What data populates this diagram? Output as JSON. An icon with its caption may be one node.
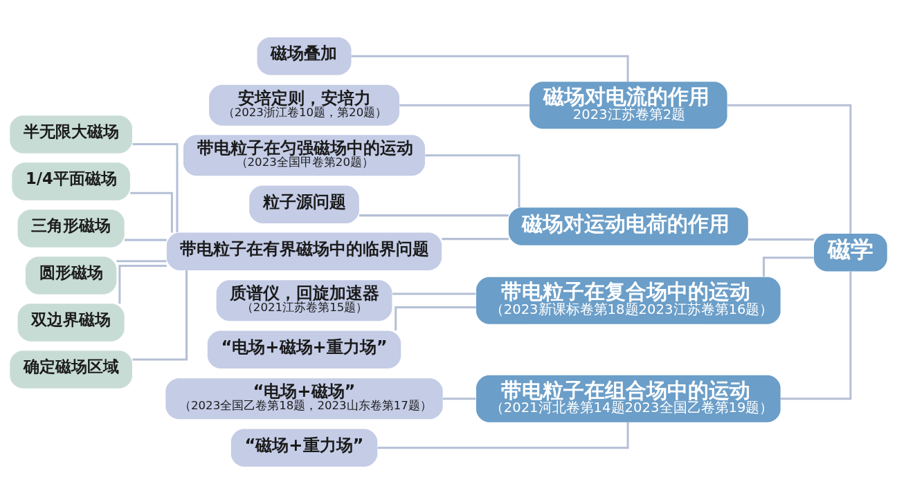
{
  "diagram": {
    "nodes": [
      {
        "text": [
          "磁学"
        ]
      },
      {
        "text": [
          "磁场对电流的作用",
          "2023江苏卷第2题"
        ]
      },
      {
        "text": [
          "磁场叠加"
        ]
      },
      {
        "text": [
          "安培定则，安培力",
          "（2023浙江卷10题，第20题）"
        ]
      },
      {
        "text": [
          "磁场对运动电荷的作用"
        ]
      },
      {
        "text": [
          "带电粒子在匀强磁场中的运动",
          "（2023全国甲卷第20题）"
        ]
      },
      {
        "text": [
          "粒子源问题"
        ]
      },
      {
        "text": [
          "带电粒子在有界磁场中的临界问题"
        ]
      },
      {
        "text": [
          "半无限大磁场"
        ]
      },
      {
        "text": [
          "1/4平面磁场"
        ]
      },
      {
        "text": [
          "三角形磁场"
        ]
      },
      {
        "text": [
          "圆形磁场"
        ]
      },
      {
        "text": [
          "双边界磁场"
        ]
      },
      {
        "text": [
          "确定磁场区域"
        ]
      },
      {
        "text": [
          "带电粒子在复合场中的运动",
          "（2023新课标卷第18题2023江苏卷第16题）"
        ]
      },
      {
        "text": [
          "质谱仪，回旋加速器",
          "（2021江苏卷第15题）"
        ]
      },
      {
        "text": [
          "“电场+磁场+重力场”"
        ]
      },
      {
        "text": [
          "带电粒子在组合场中的运动",
          "（2021河北卷第14题2023全国乙卷第19题）"
        ]
      },
      {
        "text": [
          "“电场+磁场”",
          "（2023全国乙卷第18题，2023山东卷第17题）"
        ]
      },
      {
        "text": [
          "“磁场+重力场”"
        ]
      }
    ],
    "edges": [
      {
        "from": 0,
        "to": 1,
        "arrow": "none"
      },
      {
        "from": 0,
        "to": 4,
        "arrow": "none"
      },
      {
        "from": 0,
        "to": 14,
        "arrow": "none"
      },
      {
        "from": 0,
        "to": 17,
        "arrow": "none"
      },
      {
        "from": 1,
        "to": 2,
        "arrow": "none"
      },
      {
        "from": 1,
        "to": 3,
        "arrow": "none"
      },
      {
        "from": 4,
        "to": 5,
        "arrow": "none"
      },
      {
        "from": 4,
        "to": 6,
        "arrow": "none"
      },
      {
        "from": 4,
        "to": 7,
        "arrow": "none"
      },
      {
        "from": 7,
        "to": 8,
        "arrow": "none"
      },
      {
        "from": 7,
        "to": 9,
        "arrow": "none"
      },
      {
        "from": 7,
        "to": 10,
        "arrow": "none"
      },
      {
        "from": 7,
        "to": 11,
        "arrow": "none"
      },
      {
        "from": 7,
        "to": 12,
        "arrow": "none"
      },
      {
        "from": 7,
        "to": 13,
        "arrow": "none"
      },
      {
        "from": 14,
        "to": 15,
        "arrow": "none"
      },
      {
        "from": 14,
        "to": 16,
        "arrow": "none"
      },
      {
        "from": 17,
        "to": 18,
        "arrow": "none"
      },
      {
        "from": 17,
        "to": 19,
        "arrow": "none"
      }
    ]
  }
}
